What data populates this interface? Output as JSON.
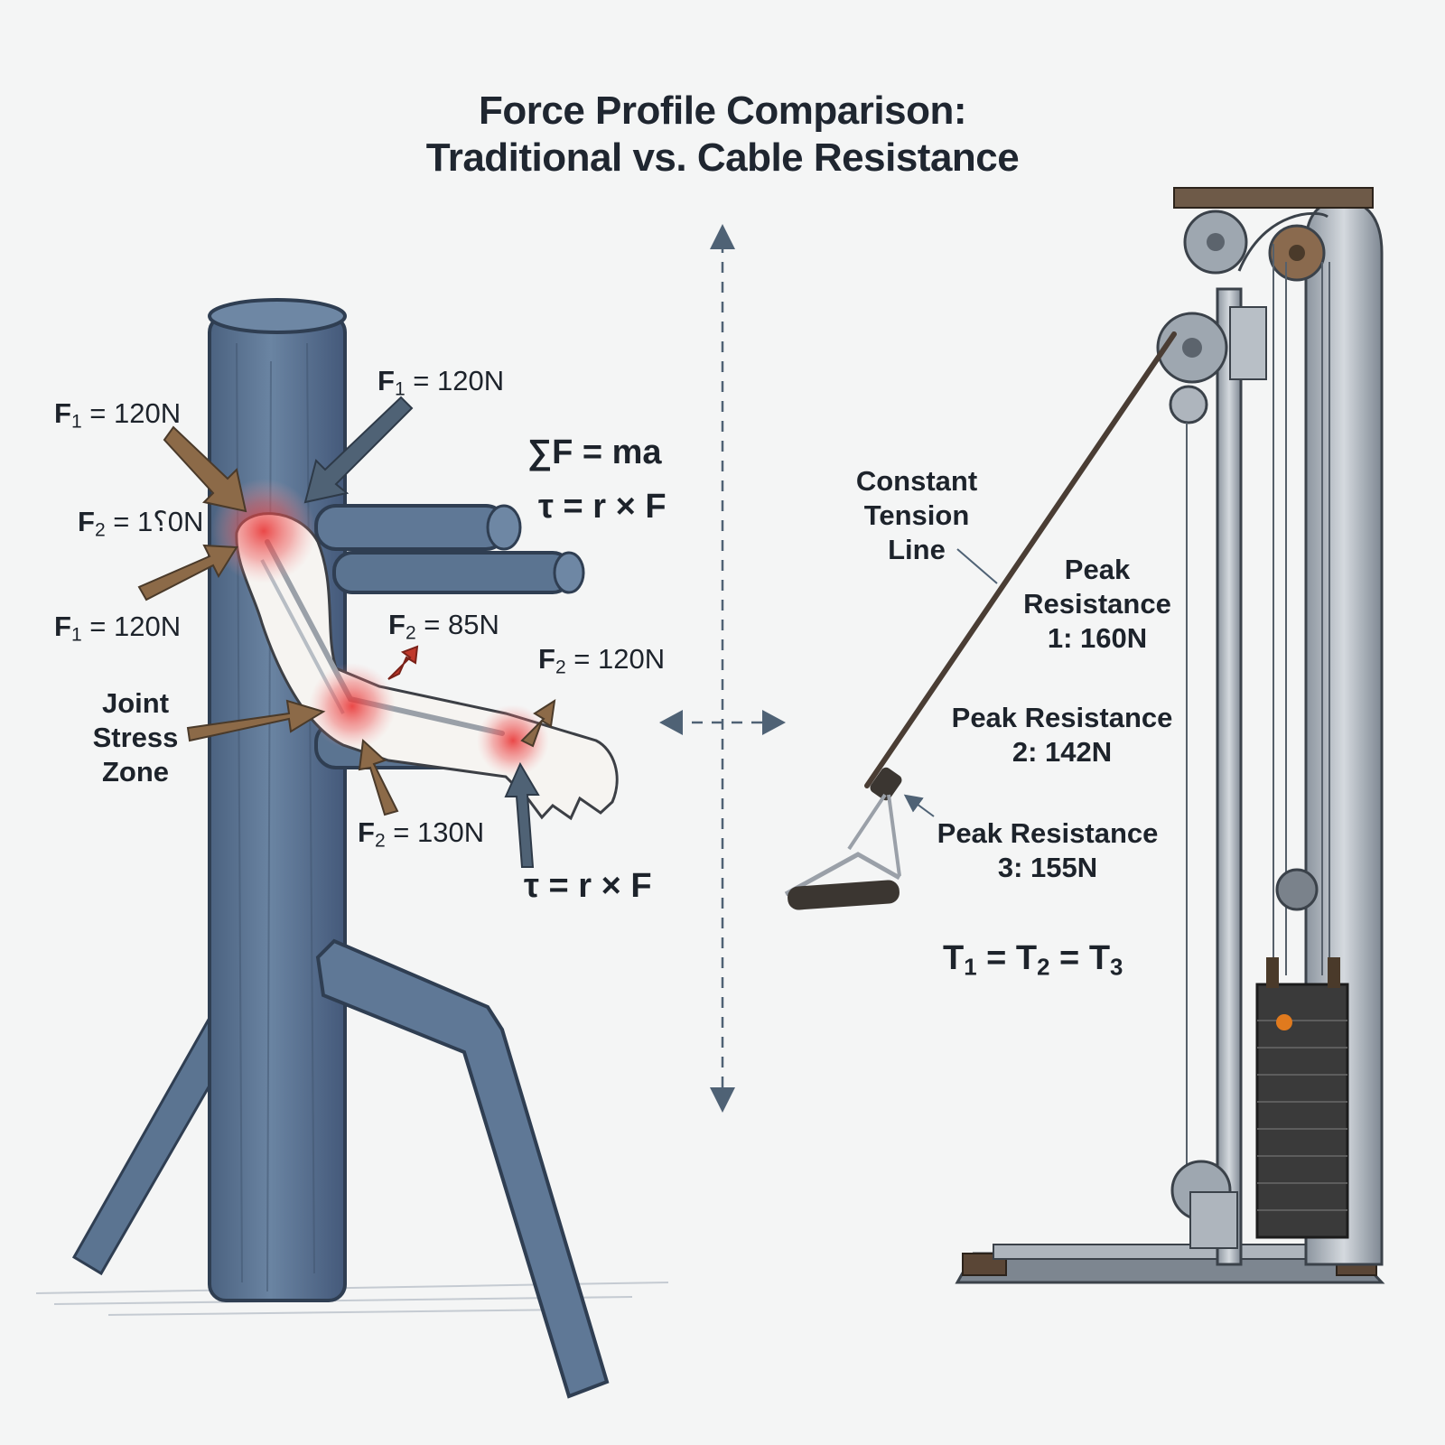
{
  "title": {
    "line1": "Force Profile Comparison:",
    "line2": "Traditional vs. Cable Resistance"
  },
  "left_panel": {
    "forces": [
      {
        "sym": "F",
        "sub": "1",
        "value": "= 120N"
      },
      {
        "sym": "F",
        "sub": "1",
        "value": "= 120N"
      },
      {
        "sym": "F",
        "sub": "2",
        "value": "= 1⸮0N"
      },
      {
        "sym": "F",
        "sub": "1",
        "value": "= 120N"
      },
      {
        "sym": "F",
        "sub": "2",
        "value": "= 85N"
      },
      {
        "sym": "F",
        "sub": "2",
        "value": "= 120N"
      },
      {
        "sym": "F",
        "sub": "2",
        "value": "= 130N"
      }
    ],
    "joint_label": "Joint Stress Zone",
    "equation_sum": "∑F = ma",
    "equation_torque": "τ = r × F",
    "equation_torque_2": "τ = r × F"
  },
  "right_panel": {
    "tension_line_label": "Constant Tension Line",
    "peak_1": "Peak Resistance 1: 160N",
    "peak_2": "Peak Resistance 2: 142N",
    "peak_3": "Peak Resistance 3: 155N",
    "tension_equation": {
      "t1": "1",
      "t2": "2",
      "t3": "3",
      "sym": "T"
    }
  },
  "colors": {
    "post_blue": "#5d7693",
    "post_dark": "#3b4d63",
    "stress_red": "#e03a3a",
    "arrow_brown": "#8c6a48",
    "arrow_slate": "#4f6275",
    "frame_gray": "#a6aeb7",
    "weight_stack": "#3a3a3a",
    "pulley_wood": "#8a6a4e"
  }
}
